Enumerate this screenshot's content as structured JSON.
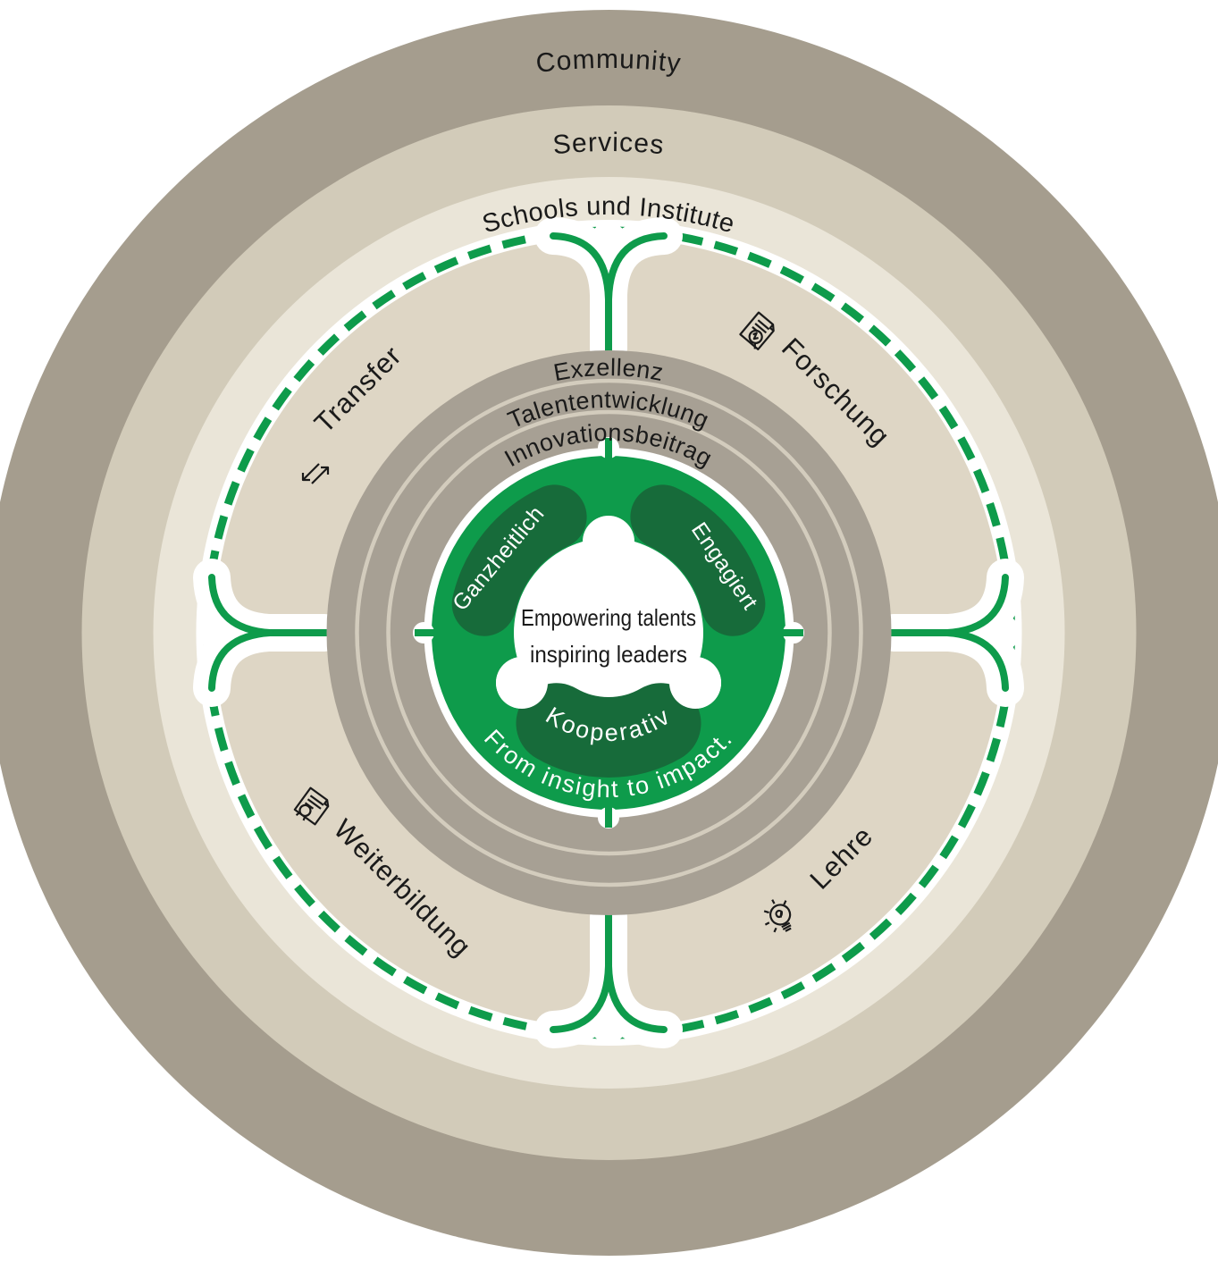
{
  "center": {
    "line1": "Empowering talents",
    "line2": "inspiring leaders"
  },
  "tagline": "From insight to impact.",
  "core_values": [
    {
      "label": "Ganzheitlich"
    },
    {
      "label": "Engagiert"
    },
    {
      "label": "Kooperativ"
    }
  ],
  "promise_rings": [
    {
      "label": "Exzellenz"
    },
    {
      "label": "Talententwicklung"
    },
    {
      "label": "Innovationsbeitrag"
    }
  ],
  "quadrants": [
    {
      "label": "Transfer",
      "icon": "transfer-arrows-icon"
    },
    {
      "label": "Forschung",
      "icon": "document-magnifier-icon"
    },
    {
      "label": "Weiterbildung",
      "icon": "certificate-icon"
    },
    {
      "label": "Lehre",
      "icon": "lightbulb-icon"
    }
  ],
  "outer_rings": [
    {
      "label": "Schools und Institute"
    },
    {
      "label": "Services"
    },
    {
      "label": "Community"
    }
  ],
  "colors": {
    "community_ring": "#a59d8e",
    "services_ring": "#d2cbb9",
    "schools_ring": "#eae5d8",
    "quadrant_area": "#ded6c5",
    "inner_band": "#a7a094",
    "band_separator": "#d3ccbd",
    "green": "#0e9b4b",
    "dark_green": "#176b3a",
    "text": "#1a1a1a"
  }
}
